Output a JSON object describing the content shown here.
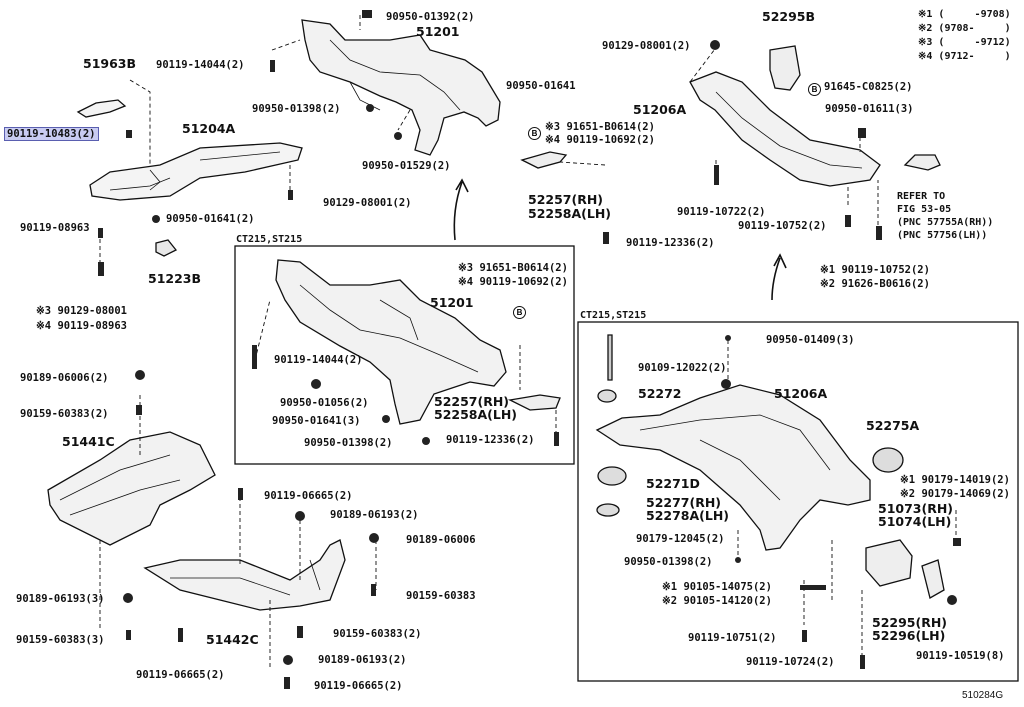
{
  "notes": [
    "※1 (     -9708)",
    "※2 (9708-     )",
    "※3 (     -9712)",
    "※4 (9712-     )"
  ],
  "diagram_id": "510284G",
  "refer": {
    "line1": "REFER TO",
    "line2": "FIG 53-05",
    "line3": "(PNC 57755A(RH))",
    "line4": "(PNC 57756(LH))"
  },
  "boxes": {
    "left_title": "CT215,ST215",
    "right_title": "CT215,ST215"
  },
  "circle_letter": "B",
  "parts_top_left": {
    "p51963b": "51963B",
    "p90119_10483": "90119-10483(2)",
    "p51204a": "51204A",
    "p90119_14044": "90119-14044(2)",
    "p90119_08963": "90119-08963",
    "p90950_01641": "90950-01641(2)",
    "p90129_08001": "90129-08001(2)",
    "p51223b": "51223B",
    "n3_90129": "※3 90129-08001",
    "n4_90119": "※4 90119-08963"
  },
  "parts_top_mid": {
    "p90950_01392": "90950-01392(2)",
    "p51201": "51201",
    "p90950_01641b": "90950-01641",
    "p90950_01398": "90950-01398(2)",
    "p90950_01529": "90950-01529(2)",
    "n3_91651": "※3 91651-B0614(2)",
    "n4_90119_10692": "※4 90119-10692(2)",
    "p52257": "52257(RH)",
    "p52258a": "52258A(LH)",
    "p90119_12336": "90119-12336(2)"
  },
  "parts_top_right": {
    "p52295b": "52295B",
    "p90129_08001b": "90129-08001(2)",
    "p91645": "91645-C0825(2)",
    "p51206a": "51206A",
    "p90950_01611": "90950-01611(3)",
    "p90119_10722": "90119-10722(2)",
    "p90119_10752": "90119-10752(2)",
    "n1_90119_10752": "※1 90119-10752(2)",
    "n2_91626": "※2 91626-B0616(2)"
  },
  "parts_box_left": {
    "n3": "※3 91651-B0614(2)",
    "n4": "※4 90119-10692(2)",
    "p51201": "51201",
    "p90119_14044": "90119-14044(2)",
    "p90950_01056": "90950-01056(2)",
    "p90950_01641": "90950-01641(3)",
    "p90950_01398": "90950-01398(2)",
    "p52257": "52257(RH)",
    "p52258a": "52258A(LH)",
    "p90119_12336": "90119-12336(2)"
  },
  "parts_bottom_left": {
    "p90189_06006": "90189-06006(2)",
    "p90159_60383": "90159-60383(2)",
    "p51441c": "51441C",
    "p90119_06665": "90119-06665(2)",
    "p90189_06193": "90189-06193(2)",
    "p90189_06006b": "90189-06006",
    "p90159_60383b": "90159-60383",
    "p90189_06193c": "90189-06193(3)",
    "p90159_60383c": "90159-60383(3)",
    "p51442c": "51442C",
    "p90159_60383d": "90159-60383(2)",
    "p90189_06193d": "90189-06193(2)",
    "p90119_06665c": "90119-06665(2)",
    "p90119_06665d": "90119-06665(2)"
  },
  "parts_box_right": {
    "p90950_01409": "90950-01409(3)",
    "p90109_12022": "90109-12022(2)",
    "p52272": "52272",
    "p51206a": "51206A",
    "p52275a": "52275A",
    "p52271d": "52271D",
    "n1_90179": "※1 90179-14019(2)",
    "n2_90179": "※2 90179-14069(2)",
    "p52277": "52277(RH)",
    "p52278a": "52278A(LH)",
    "p51073": "51073(RH)",
    "p51074": "51074(LH)",
    "p90179_12045": "90179-12045(2)",
    "p90950_01398": "90950-01398(2)",
    "n1_90105": "※1 90105-14075(2)",
    "n2_90105": "※2 90105-14120(2)",
    "p52295": "52295(RH)",
    "p52296": "52296(LH)",
    "p90119_10751": "90119-10751(2)",
    "p90119_10724": "90119-10724(2)",
    "p90119_10519": "90119-10519(8)"
  }
}
